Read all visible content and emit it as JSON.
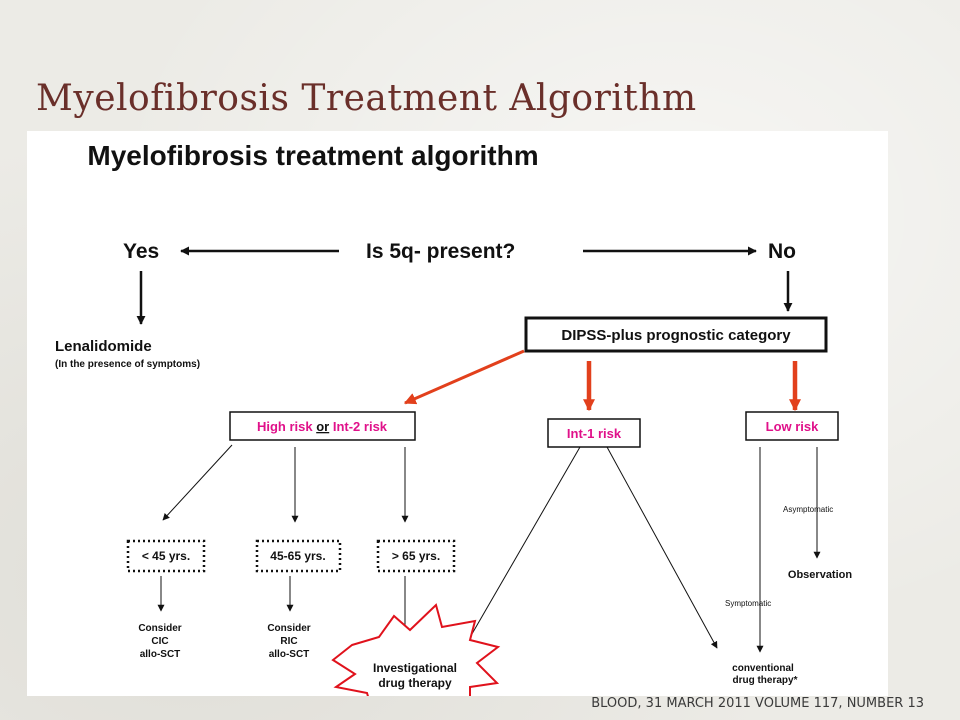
{
  "slide": {
    "title": "Myelofibrosis Treatment Algorithm",
    "citation": "BLOOD, 31 MARCH 2011 VOLUME 117, NUMBER 13"
  },
  "diagram": {
    "title": "Myelofibrosis treatment algorithm",
    "question": "Is 5q- present?",
    "yes": "Yes",
    "no": "No",
    "lenalidomide": "Lenalidomide",
    "lenalidomide_note": "(In the presence of symptoms)",
    "dipss": "DIPSS-plus prognostic category",
    "high_risk_a": "High risk",
    "high_risk_or": "or",
    "high_risk_b": "Int-2 risk",
    "int1_risk": "Int-1 risk",
    "low_risk": "Low risk",
    "age_lt45": "< 45 yrs.",
    "age_45_65": "45-65 yrs.",
    "age_gt65": "> 65 yrs.",
    "consider": "Consider",
    "cic": "CIC",
    "ric": "RIC",
    "allo_sct": "allo-SCT",
    "investigational_1": "Investigational",
    "investigational_2": "drug therapy",
    "asymptomatic": "Asymptomatic",
    "observation": "Observation",
    "symptomatic": "Symptomatic",
    "conventional_1": "conventional",
    "conventional_2": "drug therapy*"
  },
  "colors": {
    "title": "#6a2f2a",
    "risk_text": "#e0118a",
    "arrow_red": "#e2401c",
    "ink": "#111111"
  }
}
